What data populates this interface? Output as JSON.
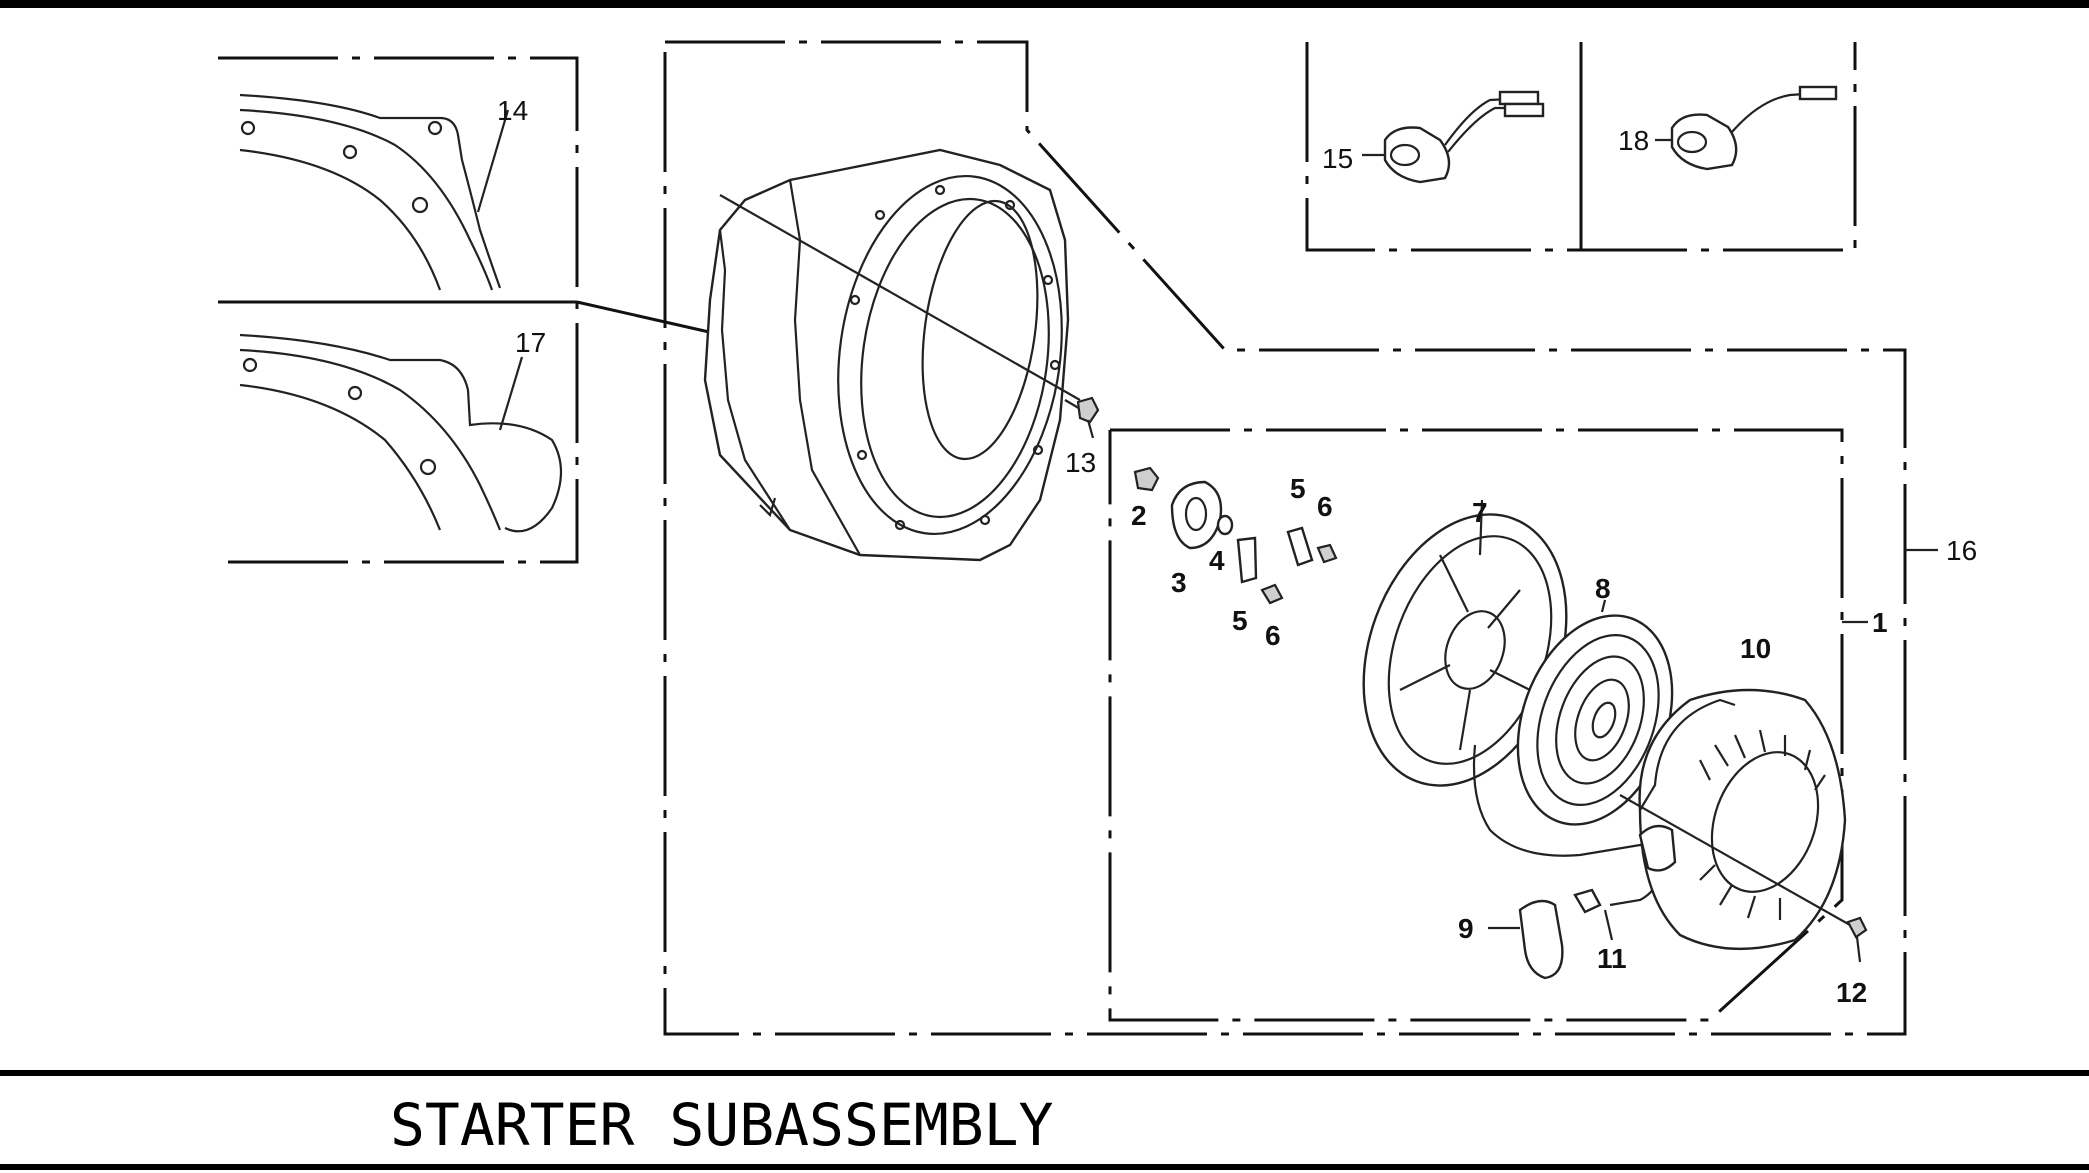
{
  "title": "STARTER SUBASSEMBLY",
  "callouts": {
    "c1": "1",
    "c2": "2",
    "c3": "3",
    "c4": "4",
    "c5a": "5",
    "c5b": "5",
    "c6a": "6",
    "c6b": "6",
    "c7": "7",
    "c8": "8",
    "c9": "9",
    "c10": "10",
    "c11": "11",
    "c12": "12",
    "c13": "13",
    "c14": "14",
    "c15": "15",
    "c16": "16",
    "c17": "17",
    "c18": "18"
  }
}
